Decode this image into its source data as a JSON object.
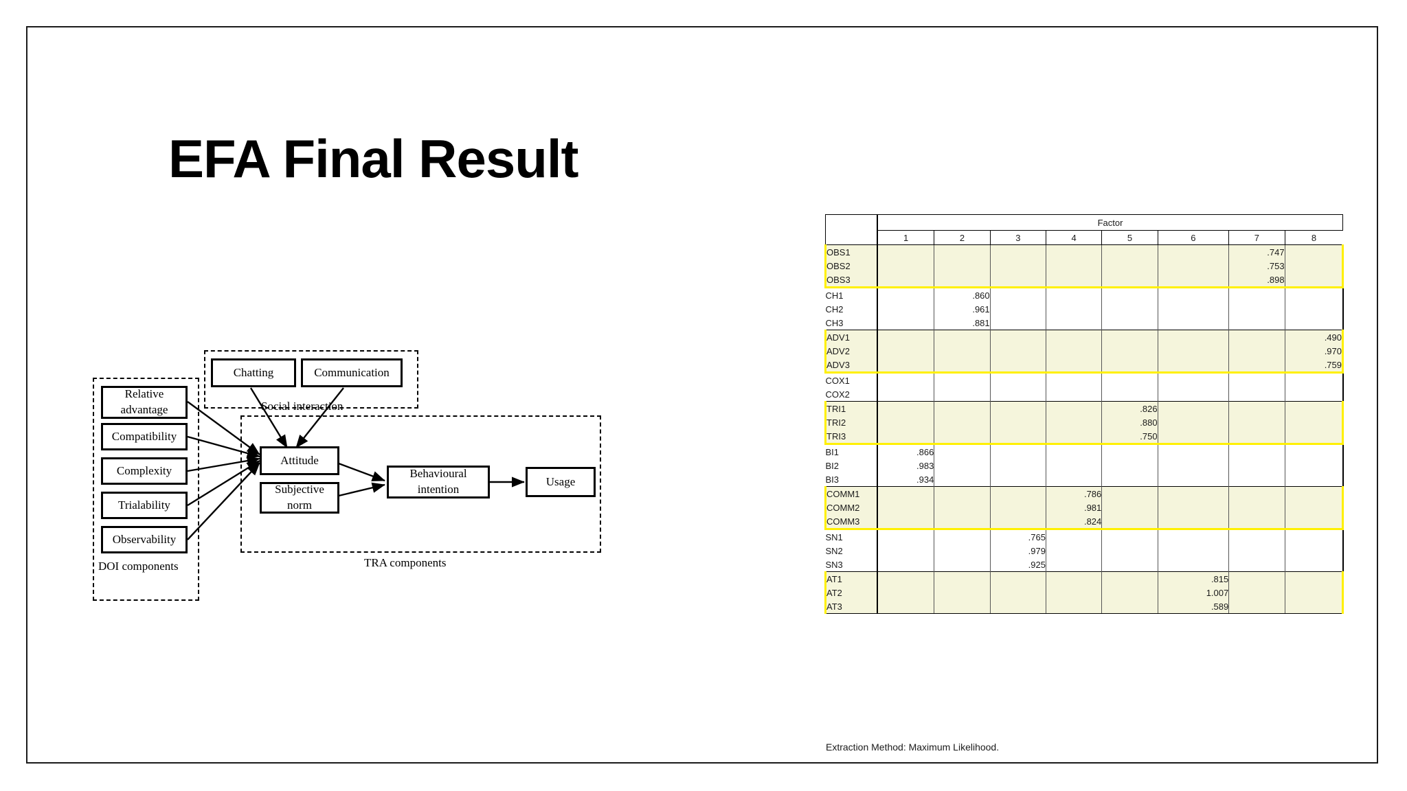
{
  "slide": {
    "title": "EFA Final Result"
  },
  "diagram": {
    "groups": [
      {
        "name": "doi",
        "label": "DOI components"
      },
      {
        "name": "social",
        "label": "Social interaction"
      },
      {
        "name": "tra",
        "label": "TRA components"
      }
    ],
    "nodes": [
      {
        "name": "relative-advantage",
        "label": "Relative advantage"
      },
      {
        "name": "compatibility",
        "label": "Compatibility"
      },
      {
        "name": "complexity",
        "label": "Complexity"
      },
      {
        "name": "trialability",
        "label": "Trialability"
      },
      {
        "name": "observability",
        "label": "Observability"
      },
      {
        "name": "chatting",
        "label": "Chatting"
      },
      {
        "name": "communication",
        "label": "Communication"
      },
      {
        "name": "attitude",
        "label": "Attitude"
      },
      {
        "name": "subjective-norm",
        "label": "Subjective norm"
      },
      {
        "name": "behavioural-intention",
        "label": "Behavioural intention"
      },
      {
        "name": "usage",
        "label": "Usage"
      }
    ]
  },
  "table": {
    "corner_label": "",
    "spanning_header": "Factor",
    "columns": [
      "1",
      "2",
      "3",
      "4",
      "5",
      "6",
      "7",
      "8"
    ],
    "footnote": "Extraction Method: Maximum Likelihood.",
    "highlight_fill": "#f5f5dc",
    "highlight_border": "#FFF000",
    "groups": [
      {
        "name": "obs",
        "highlighted": true,
        "rows": [
          {
            "label": "OBS1",
            "values": [
              "",
              "",
              "",
              "",
              "",
              "",
              ".747",
              ""
            ]
          },
          {
            "label": "OBS2",
            "values": [
              "",
              "",
              "",
              "",
              "",
              "",
              ".753",
              ""
            ]
          },
          {
            "label": "OBS3",
            "values": [
              "",
              "",
              "",
              "",
              "",
              "",
              ".898",
              ""
            ]
          }
        ]
      },
      {
        "name": "ch",
        "highlighted": false,
        "rows": [
          {
            "label": "CH1",
            "values": [
              "",
              ".860",
              "",
              "",
              "",
              "",
              "",
              ""
            ]
          },
          {
            "label": "CH2",
            "values": [
              "",
              ".961",
              "",
              "",
              "",
              "",
              "",
              ""
            ]
          },
          {
            "label": "CH3",
            "values": [
              "",
              ".881",
              "",
              "",
              "",
              "",
              "",
              ""
            ]
          }
        ]
      },
      {
        "name": "adv",
        "highlighted": true,
        "rows": [
          {
            "label": "ADV1",
            "values": [
              "",
              "",
              "",
              "",
              "",
              "",
              "",
              ".490"
            ]
          },
          {
            "label": "ADV2",
            "values": [
              "",
              "",
              "",
              "",
              "",
              "",
              "",
              ".970"
            ]
          },
          {
            "label": "ADV3",
            "values": [
              "",
              "",
              "",
              "",
              "",
              "",
              "",
              ".759"
            ]
          }
        ]
      },
      {
        "name": "cox",
        "highlighted": false,
        "rows": [
          {
            "label": "COX1",
            "values": [
              "",
              "",
              "",
              "",
              "",
              "",
              "",
              ""
            ]
          },
          {
            "label": "COX2",
            "values": [
              "",
              "",
              "",
              "",
              "",
              "",
              "",
              ""
            ]
          }
        ]
      },
      {
        "name": "tri",
        "highlighted": true,
        "rows": [
          {
            "label": "TRI1",
            "values": [
              "",
              "",
              "",
              "",
              ".826",
              "",
              "",
              ""
            ]
          },
          {
            "label": "TRI2",
            "values": [
              "",
              "",
              "",
              "",
              ".880",
              "",
              "",
              ""
            ]
          },
          {
            "label": "TRI3",
            "values": [
              "",
              "",
              "",
              "",
              ".750",
              "",
              "",
              ""
            ]
          }
        ]
      },
      {
        "name": "bi",
        "highlighted": false,
        "rows": [
          {
            "label": "BI1",
            "values": [
              ".866",
              "",
              "",
              "",
              "",
              "",
              "",
              ""
            ]
          },
          {
            "label": "BI2",
            "values": [
              ".983",
              "",
              "",
              "",
              "",
              "",
              "",
              ""
            ]
          },
          {
            "label": "BI3",
            "values": [
              ".934",
              "",
              "",
              "",
              "",
              "",
              "",
              ""
            ]
          }
        ]
      },
      {
        "name": "comm",
        "highlighted": true,
        "rows": [
          {
            "label": "COMM1",
            "values": [
              "",
              "",
              "",
              ".786",
              "",
              "",
              "",
              ""
            ]
          },
          {
            "label": "COMM2",
            "values": [
              "",
              "",
              "",
              ".981",
              "",
              "",
              "",
              ""
            ]
          },
          {
            "label": "COMM3",
            "values": [
              "",
              "",
              "",
              ".824",
              "",
              "",
              "",
              ""
            ]
          }
        ]
      },
      {
        "name": "sn",
        "highlighted": false,
        "rows": [
          {
            "label": "SN1",
            "values": [
              "",
              "",
              ".765",
              "",
              "",
              "",
              "",
              ""
            ]
          },
          {
            "label": "SN2",
            "values": [
              "",
              "",
              ".979",
              "",
              "",
              "",
              "",
              ""
            ]
          },
          {
            "label": "SN3",
            "values": [
              "",
              "",
              ".925",
              "",
              "",
              "",
              "",
              ""
            ]
          }
        ]
      },
      {
        "name": "at",
        "highlighted": true,
        "rows": [
          {
            "label": "AT1",
            "values": [
              "",
              "",
              "",
              "",
              "",
              ".815",
              "",
              ""
            ]
          },
          {
            "label": "AT2",
            "values": [
              "",
              "",
              "",
              "",
              "",
              "1.007",
              "",
              ""
            ]
          },
          {
            "label": "AT3",
            "values": [
              "",
              "",
              "",
              "",
              "",
              ".589",
              "",
              ""
            ]
          }
        ]
      }
    ]
  }
}
